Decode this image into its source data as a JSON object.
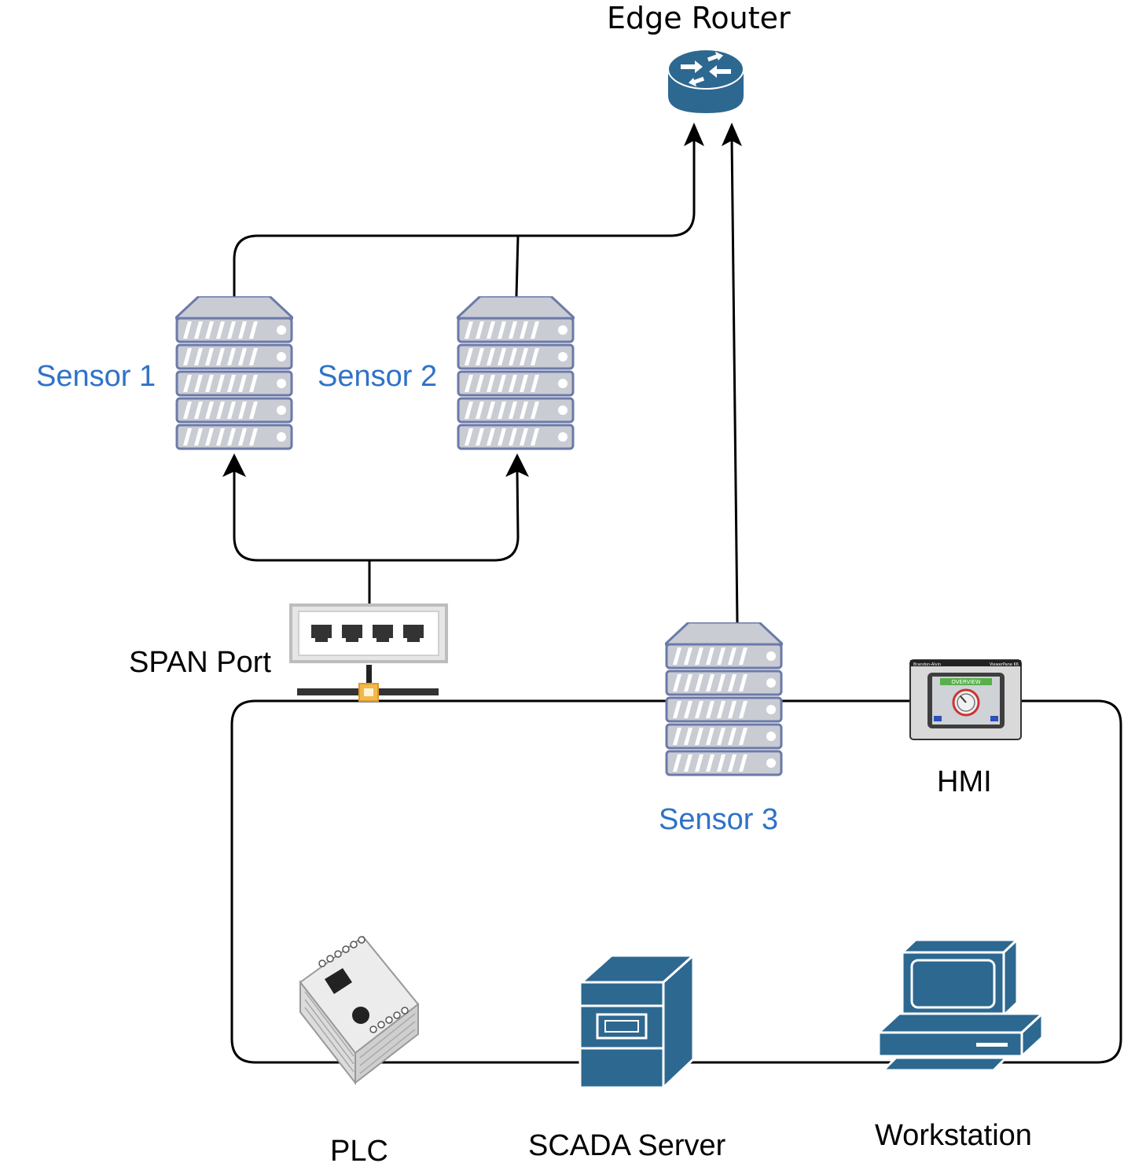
{
  "nodes": {
    "edge_router": "Edge Router",
    "sensor1": "Sensor 1",
    "sensor2": "Sensor 2",
    "sensor3": "Sensor 3",
    "span_port": "SPAN Port",
    "hmi": "HMI",
    "plc": "PLC",
    "scada": "SCADA Server",
    "workstation": "Workstation"
  },
  "hmi_screen": {
    "title": "OVERVIEW",
    "brand_left": "Brandon-Alvin",
    "brand_right": "ViewerPane K6"
  },
  "colors": {
    "cisco_blue": "#2d6890",
    "sensor_label": "#2f72c8",
    "server_fill": "#c9ccd3",
    "server_stroke": "#6b7aa8",
    "line": "#000000"
  },
  "edges": [
    {
      "from": "sensor1",
      "to": "edge_router",
      "arrow": true
    },
    {
      "from": "sensor2",
      "to": "edge_router",
      "arrow": false
    },
    {
      "from": "sensor3",
      "to": "edge_router",
      "arrow": true
    },
    {
      "from": "span_port",
      "to": "sensor1",
      "arrow": true
    },
    {
      "from": "span_port",
      "to": "sensor2",
      "arrow": true
    }
  ]
}
